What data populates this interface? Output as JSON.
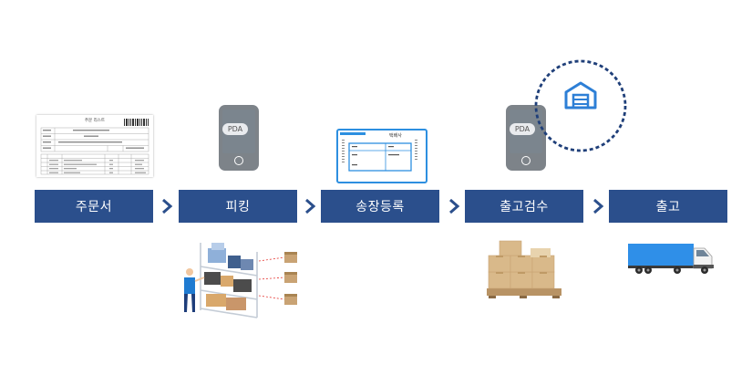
{
  "steps": [
    {
      "label": "주문서"
    },
    {
      "label": "피킹"
    },
    {
      "label": "송장등록"
    },
    {
      "label": "출고검수"
    },
    {
      "label": "출고"
    }
  ],
  "document": {
    "title": "주문 리스트"
  },
  "devices": [
    {
      "label": "PDA"
    },
    {
      "label": "PDA"
    }
  ],
  "invoice": {
    "title": "택배사"
  },
  "colors": {
    "step_bg": "#2b4f8c",
    "arrow": "#2b4f8c",
    "accent_blue": "#2d8fe0",
    "dashed_circle": "#1f3f79",
    "box": "#c9a374"
  },
  "icons": [
    "order-sheet-icon",
    "pda-device-icon",
    "invoice-icon",
    "warehouse-icon",
    "picking-worker-icon",
    "box-pallet-icon",
    "truck-icon"
  ]
}
